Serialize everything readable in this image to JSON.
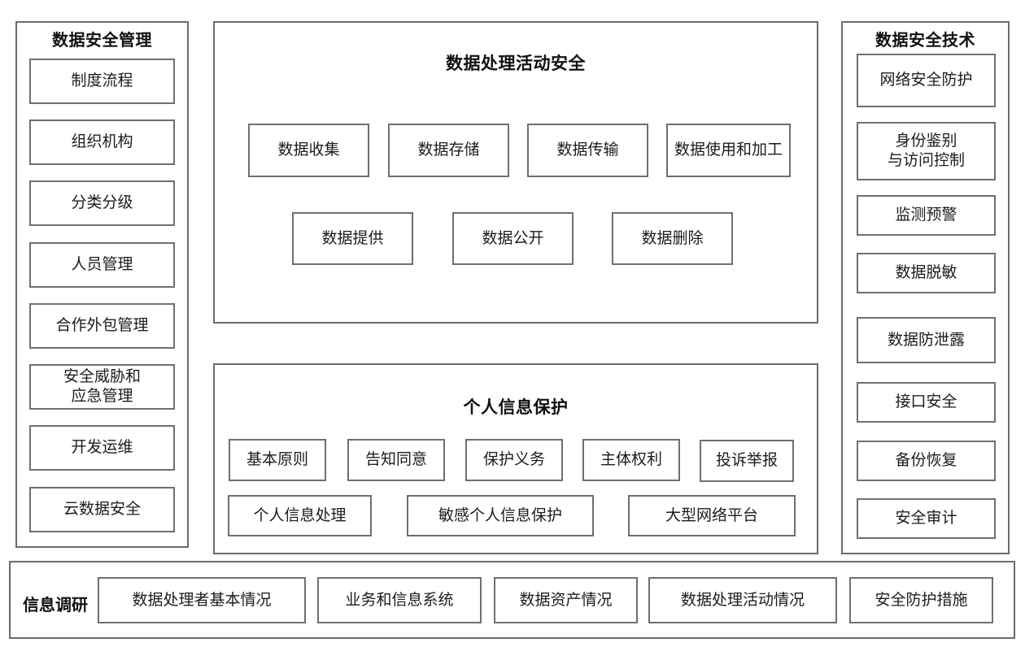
{
  "diagram": {
    "title_left": "数据安全管理",
    "title_right": "数据安全技术",
    "title_center_top": "数据处理活动安全",
    "title_center_bottom": "个人信息保护",
    "bottom_label": "信息调研",
    "colors": {
      "background": "#ffffff",
      "border": "#6b6b6b",
      "text": "#1a1a1a"
    }
  },
  "left_panel": {
    "title": "数据安全管理",
    "items": [
      {
        "label": "制度流程"
      },
      {
        "label": "组织机构"
      },
      {
        "label": "分类分级"
      },
      {
        "label": "人员管理"
      },
      {
        "label": "合作外包管理"
      },
      {
        "label": "安全威胁和\n应急管理"
      },
      {
        "label": "开发运维"
      },
      {
        "label": "云数据安全"
      }
    ]
  },
  "center_top_panel": {
    "title": "数据处理活动安全",
    "row1": [
      {
        "label": "数据收集"
      },
      {
        "label": "数据存储"
      },
      {
        "label": "数据传输"
      },
      {
        "label": "数据使用和加工"
      }
    ],
    "row2": [
      {
        "label": "数据提供"
      },
      {
        "label": "数据公开"
      },
      {
        "label": "数据删除"
      }
    ]
  },
  "center_bottom_panel": {
    "title": "个人信息保护",
    "row1": [
      {
        "label": "基本原则"
      },
      {
        "label": "告知同意"
      },
      {
        "label": "保护义务"
      },
      {
        "label": "主体权利"
      },
      {
        "label": "投诉举报"
      }
    ],
    "row2": [
      {
        "label": "个人信息处理"
      },
      {
        "label": "敏感个人信息保护"
      },
      {
        "label": "大型网络平台"
      }
    ]
  },
  "right_panel": {
    "title": "数据安全技术",
    "items": [
      {
        "label": "网络安全防护"
      },
      {
        "label": "身份鉴别\n与访问控制"
      },
      {
        "label": "监测预警"
      },
      {
        "label": "数据脱敏"
      },
      {
        "label": "数据防泄露"
      },
      {
        "label": "接口安全"
      },
      {
        "label": "备份恢复"
      },
      {
        "label": "安全审计"
      }
    ]
  },
  "bottom_bar": {
    "label": "信息调研",
    "items": [
      {
        "label": "数据处理者基本情况"
      },
      {
        "label": "业务和信息系统"
      },
      {
        "label": "数据资产情况"
      },
      {
        "label": "数据处理活动情况"
      },
      {
        "label": "安全防护措施"
      }
    ]
  }
}
